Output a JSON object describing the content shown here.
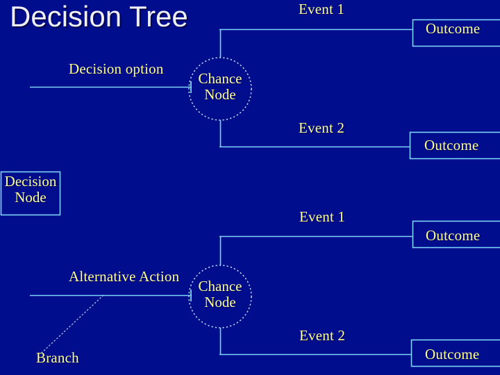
{
  "title": "Decision Tree",
  "colors": {
    "background": "#000d8c",
    "line": "#7fd4f7",
    "label_text": "#ffff99",
    "title_text": "#efeff7",
    "node_outline": "#b9e3fb"
  },
  "nodes": {
    "decision_node": {
      "label": "Decision\nNode",
      "shape": "rectangle"
    },
    "chance_node_top": {
      "label": "Chance\nNode",
      "shape": "dotted-circle"
    },
    "chance_node_bottom": {
      "label": "Chance\nNode",
      "shape": "dotted-circle"
    }
  },
  "branches": {
    "decision_option": "Decision option",
    "alternative_action": "Alternative Action",
    "branch_callout": "Branch"
  },
  "events": {
    "top_event_1": "Event 1",
    "top_event_2": "Event 2",
    "bottom_event_1": "Event 1",
    "bottom_event_2": "Event 2"
  },
  "outcomes": {
    "outcome_1": "Outcome",
    "outcome_2": "Outcome",
    "outcome_3": "Outcome",
    "outcome_4": "Outcome"
  }
}
